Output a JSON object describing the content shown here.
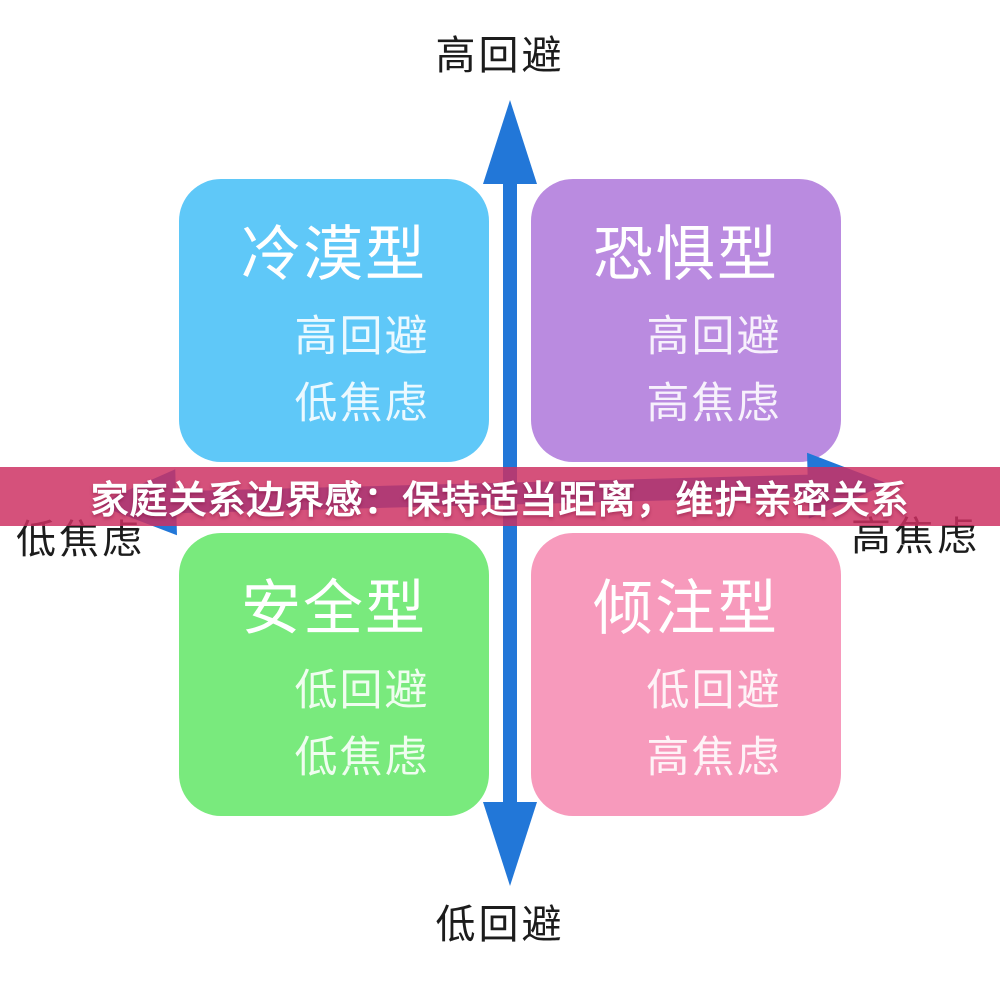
{
  "banner": {
    "text": "家庭关系边界感：保持适当距离，维护亲密关系",
    "bg": "rgba(205, 48, 98, 0.84)",
    "text_color": "#ffffff"
  },
  "axes": {
    "top": "高回避",
    "bottom": "低回避",
    "left": "低焦虑",
    "right": "高焦虑",
    "arrow_color": "#2277d8",
    "label_color": "#1c1c1c"
  },
  "quadrants": [
    {
      "id": "top-left",
      "title": "冷漠型",
      "traits": {
        "0": "高回避",
        "1": "低焦虑"
      },
      "color": "#5fc8f8"
    },
    {
      "id": "top-right",
      "title": "恐惧型",
      "traits": {
        "0": "高回避",
        "1": "高焦虑"
      },
      "color": "#ba8be0"
    },
    {
      "id": "bottom-left",
      "title": "安全型",
      "traits": {
        "0": "低回避",
        "1": "低焦虑"
      },
      "color": "#79ea7d"
    },
    {
      "id": "bottom-right",
      "title": "倾注型",
      "traits": {
        "0": "低回避",
        "1": "高焦虑"
      },
      "color": "#f79abc"
    }
  ]
}
